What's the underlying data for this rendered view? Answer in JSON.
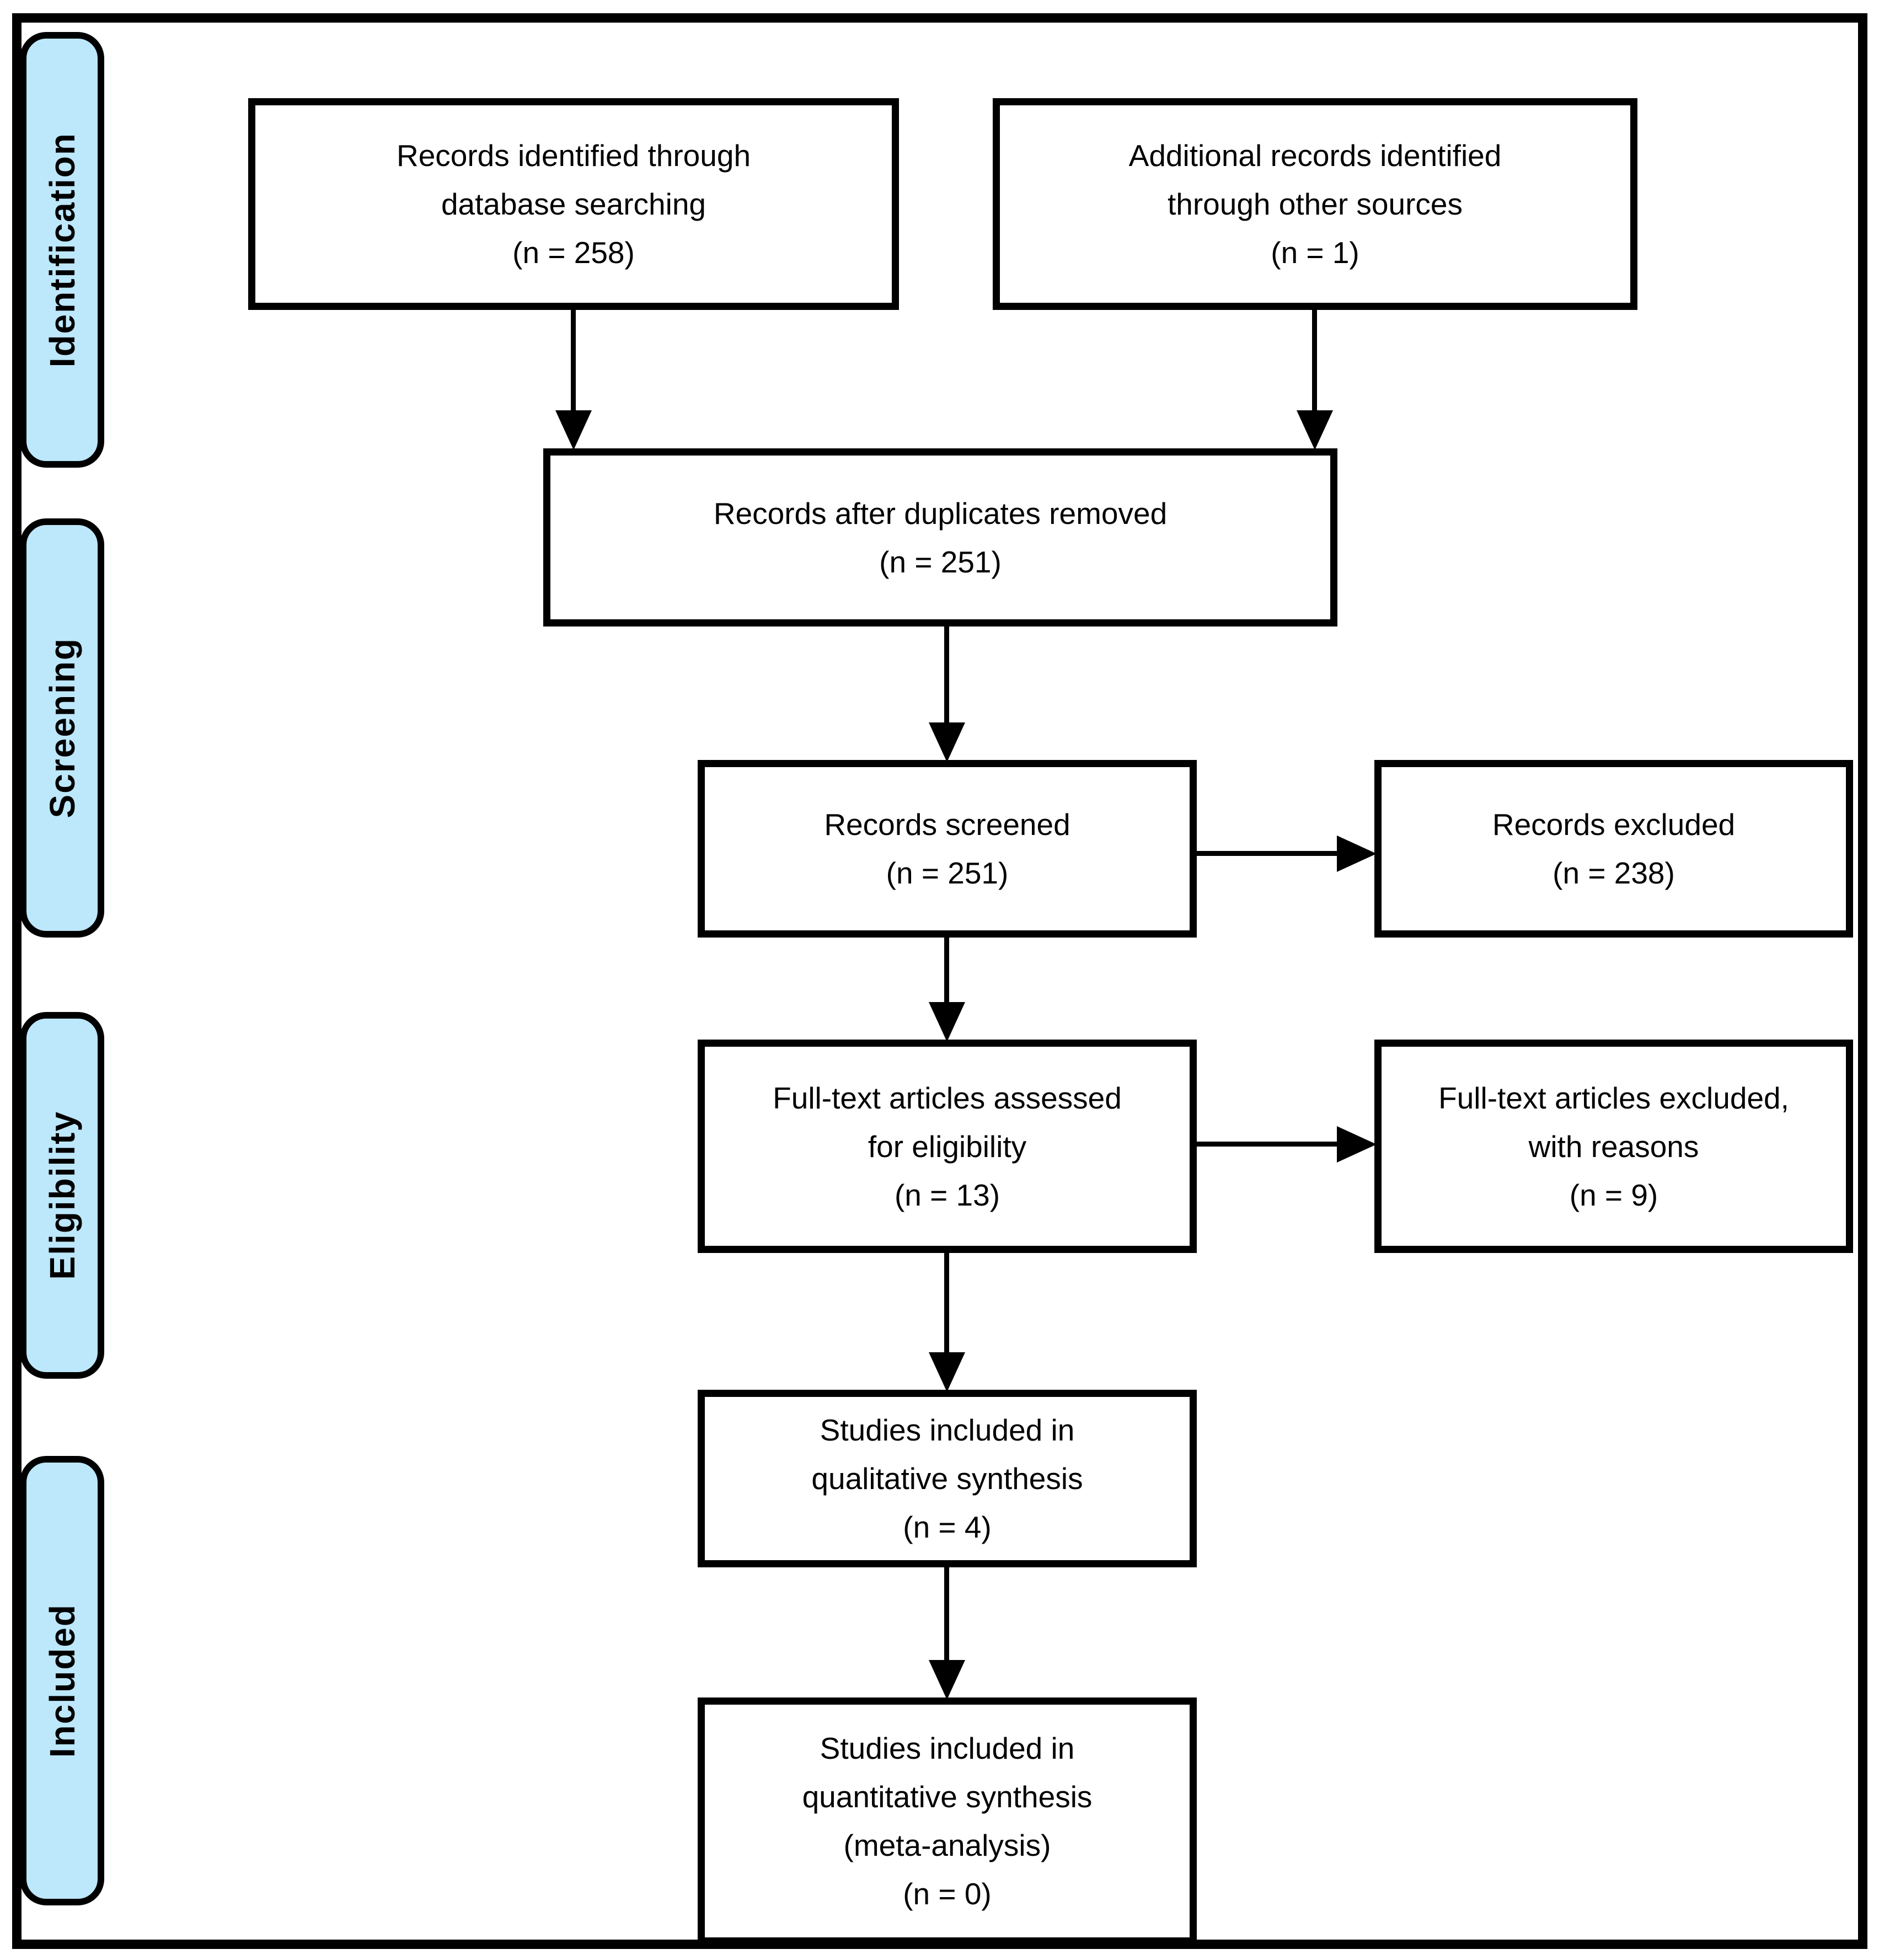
{
  "stages": [
    {
      "label": "Identification"
    },
    {
      "label": "Screening"
    },
    {
      "label": "Eligibility"
    },
    {
      "label": "Included"
    }
  ],
  "boxes": {
    "identified": {
      "text": "Records identified through\ndatabase searching\n(n = 258)"
    },
    "additional": {
      "text": "Additional records identified\nthrough other sources\n(n = 1)"
    },
    "deduplicated": {
      "text": "Records after duplicates removed\n(n = 251)"
    },
    "screened": {
      "text": "Records screened\n(n = 251)"
    },
    "records_excluded": {
      "text": "Records excluded\n(n = 238)"
    },
    "fulltext_assessed": {
      "text": "Full-text articles assessed\nfor eligibility\n(n = 13)"
    },
    "fulltext_excluded": {
      "text": "Full-text articles excluded,\nwith reasons\n(n = 9)"
    },
    "qualitative": {
      "text": "Studies included in\nqualitative synthesis\n(n = 4)"
    },
    "quantitative": {
      "text": "Studies included in\nquantitative synthesis\n(meta-analysis)\n(n = 0)"
    }
  },
  "colors": {
    "stage_fill": "#BDE7FB",
    "line": "#000000",
    "box_fill": "#FFFFFF"
  }
}
